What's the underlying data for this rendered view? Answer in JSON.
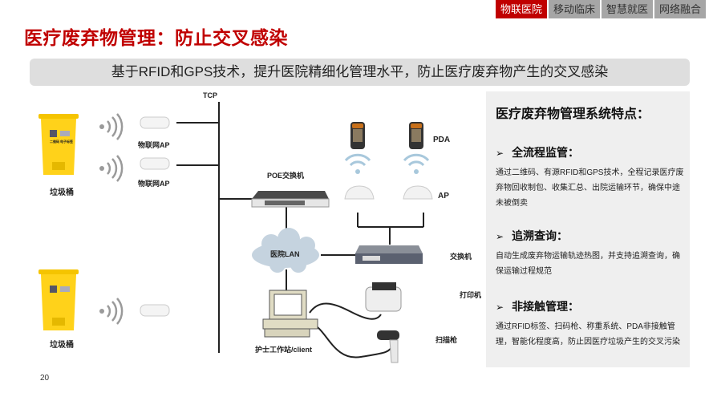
{
  "tabs": [
    "物联医院",
    "移动临床",
    "智慧就医",
    "网络融合"
  ],
  "title": "医疗废弃物管理：防止交叉感染",
  "banner": "基于RFID和GPS技术，提升医院精细化管理水平，防止医疗废弃物产生的交叉感染",
  "diagram": {
    "tcp": "TCP",
    "iot_ap": "物联网AP",
    "trash_bin": "垃圾桶",
    "bin_label_qr": "二维码",
    "bin_label_tag": "电子标签",
    "poe_switch": "POE交换机",
    "pda": "PDA",
    "ap": "AP",
    "lan": "医院LAN",
    "switch": "交换机",
    "printer": "打印机",
    "scanner": "扫描枪",
    "workstation": "护士工作站/client"
  },
  "panel": {
    "title": "医疗废弃物管理系统特点：",
    "features": [
      {
        "title": "全流程监管：",
        "text": "通过二维码、有源RFID和GPS技术，全程记录医疗废弃物回收制包、收集汇总、出院运输环节，确保中途未被倒卖"
      },
      {
        "title": "追溯查询：",
        "text": "自动生成废弃物运输轨迹热图，并支持追溯查询，确保运输过程规范"
      },
      {
        "title": "非接触管理：",
        "text": "通过RFID标签、扫码枪、称重系统、PDA非接触管理，智能化程度高，防止因医疗垃圾产生的交叉污染"
      }
    ]
  },
  "page_number": "20",
  "colors": {
    "accent": "#c00000",
    "tab_inactive": "#a6a6a6",
    "banner": "#dedede",
    "panel": "#efefef"
  }
}
